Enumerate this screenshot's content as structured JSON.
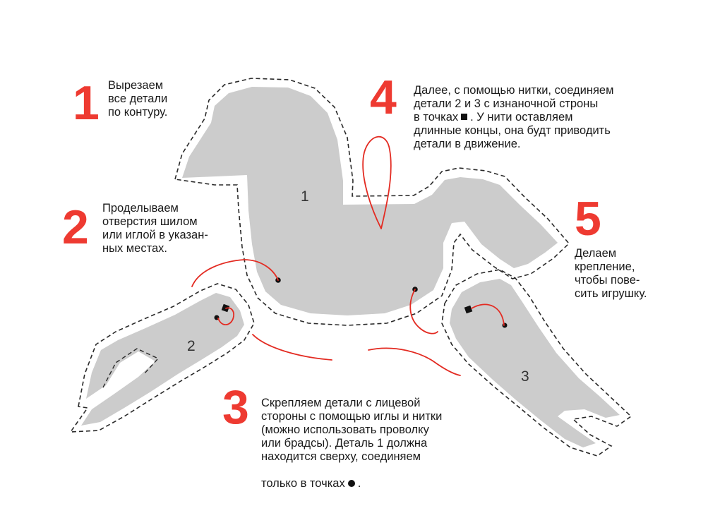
{
  "colors": {
    "accent": "#ee3a31",
    "part_fill": "#cccccc",
    "thread": "#e32b22",
    "cut_line": "#2a2a2a"
  },
  "parts": {
    "body_label": "1",
    "front_leg_label": "2",
    "back_leg_label": "3"
  },
  "steps": [
    {
      "number": "1",
      "text": "Вырезаем\nвсе детали\nпо контуру."
    },
    {
      "number": "2",
      "text": "Проделываем\nотверстия шилом\nили иглой в указан-\nных местах."
    },
    {
      "number": "3",
      "text": "Скрепляем детали с лицевой\nстороны с помощью иглы и нитки\n(можно использовать проволку\nили брадсы). Деталь 1 должна\nнаходится сверху, соединяем",
      "last_line": "только в точках",
      "last_line_end": "."
    },
    {
      "number": "4",
      "text_before_symbol": "Далее, с помощью нитки, соединяем\nдетали 2 и 3 с изнаночной строны\nв точках",
      "text_after_symbol": ". У нити оставляем\nдлинные концы, она будт приводить\nдетали в движение."
    },
    {
      "number": "5",
      "text": "Делаем\nкрепление,\nчтобы пове-\nсить игрушку."
    }
  ],
  "symbols": {
    "square_marker": "square-marker",
    "dot_marker": "dot-marker"
  }
}
